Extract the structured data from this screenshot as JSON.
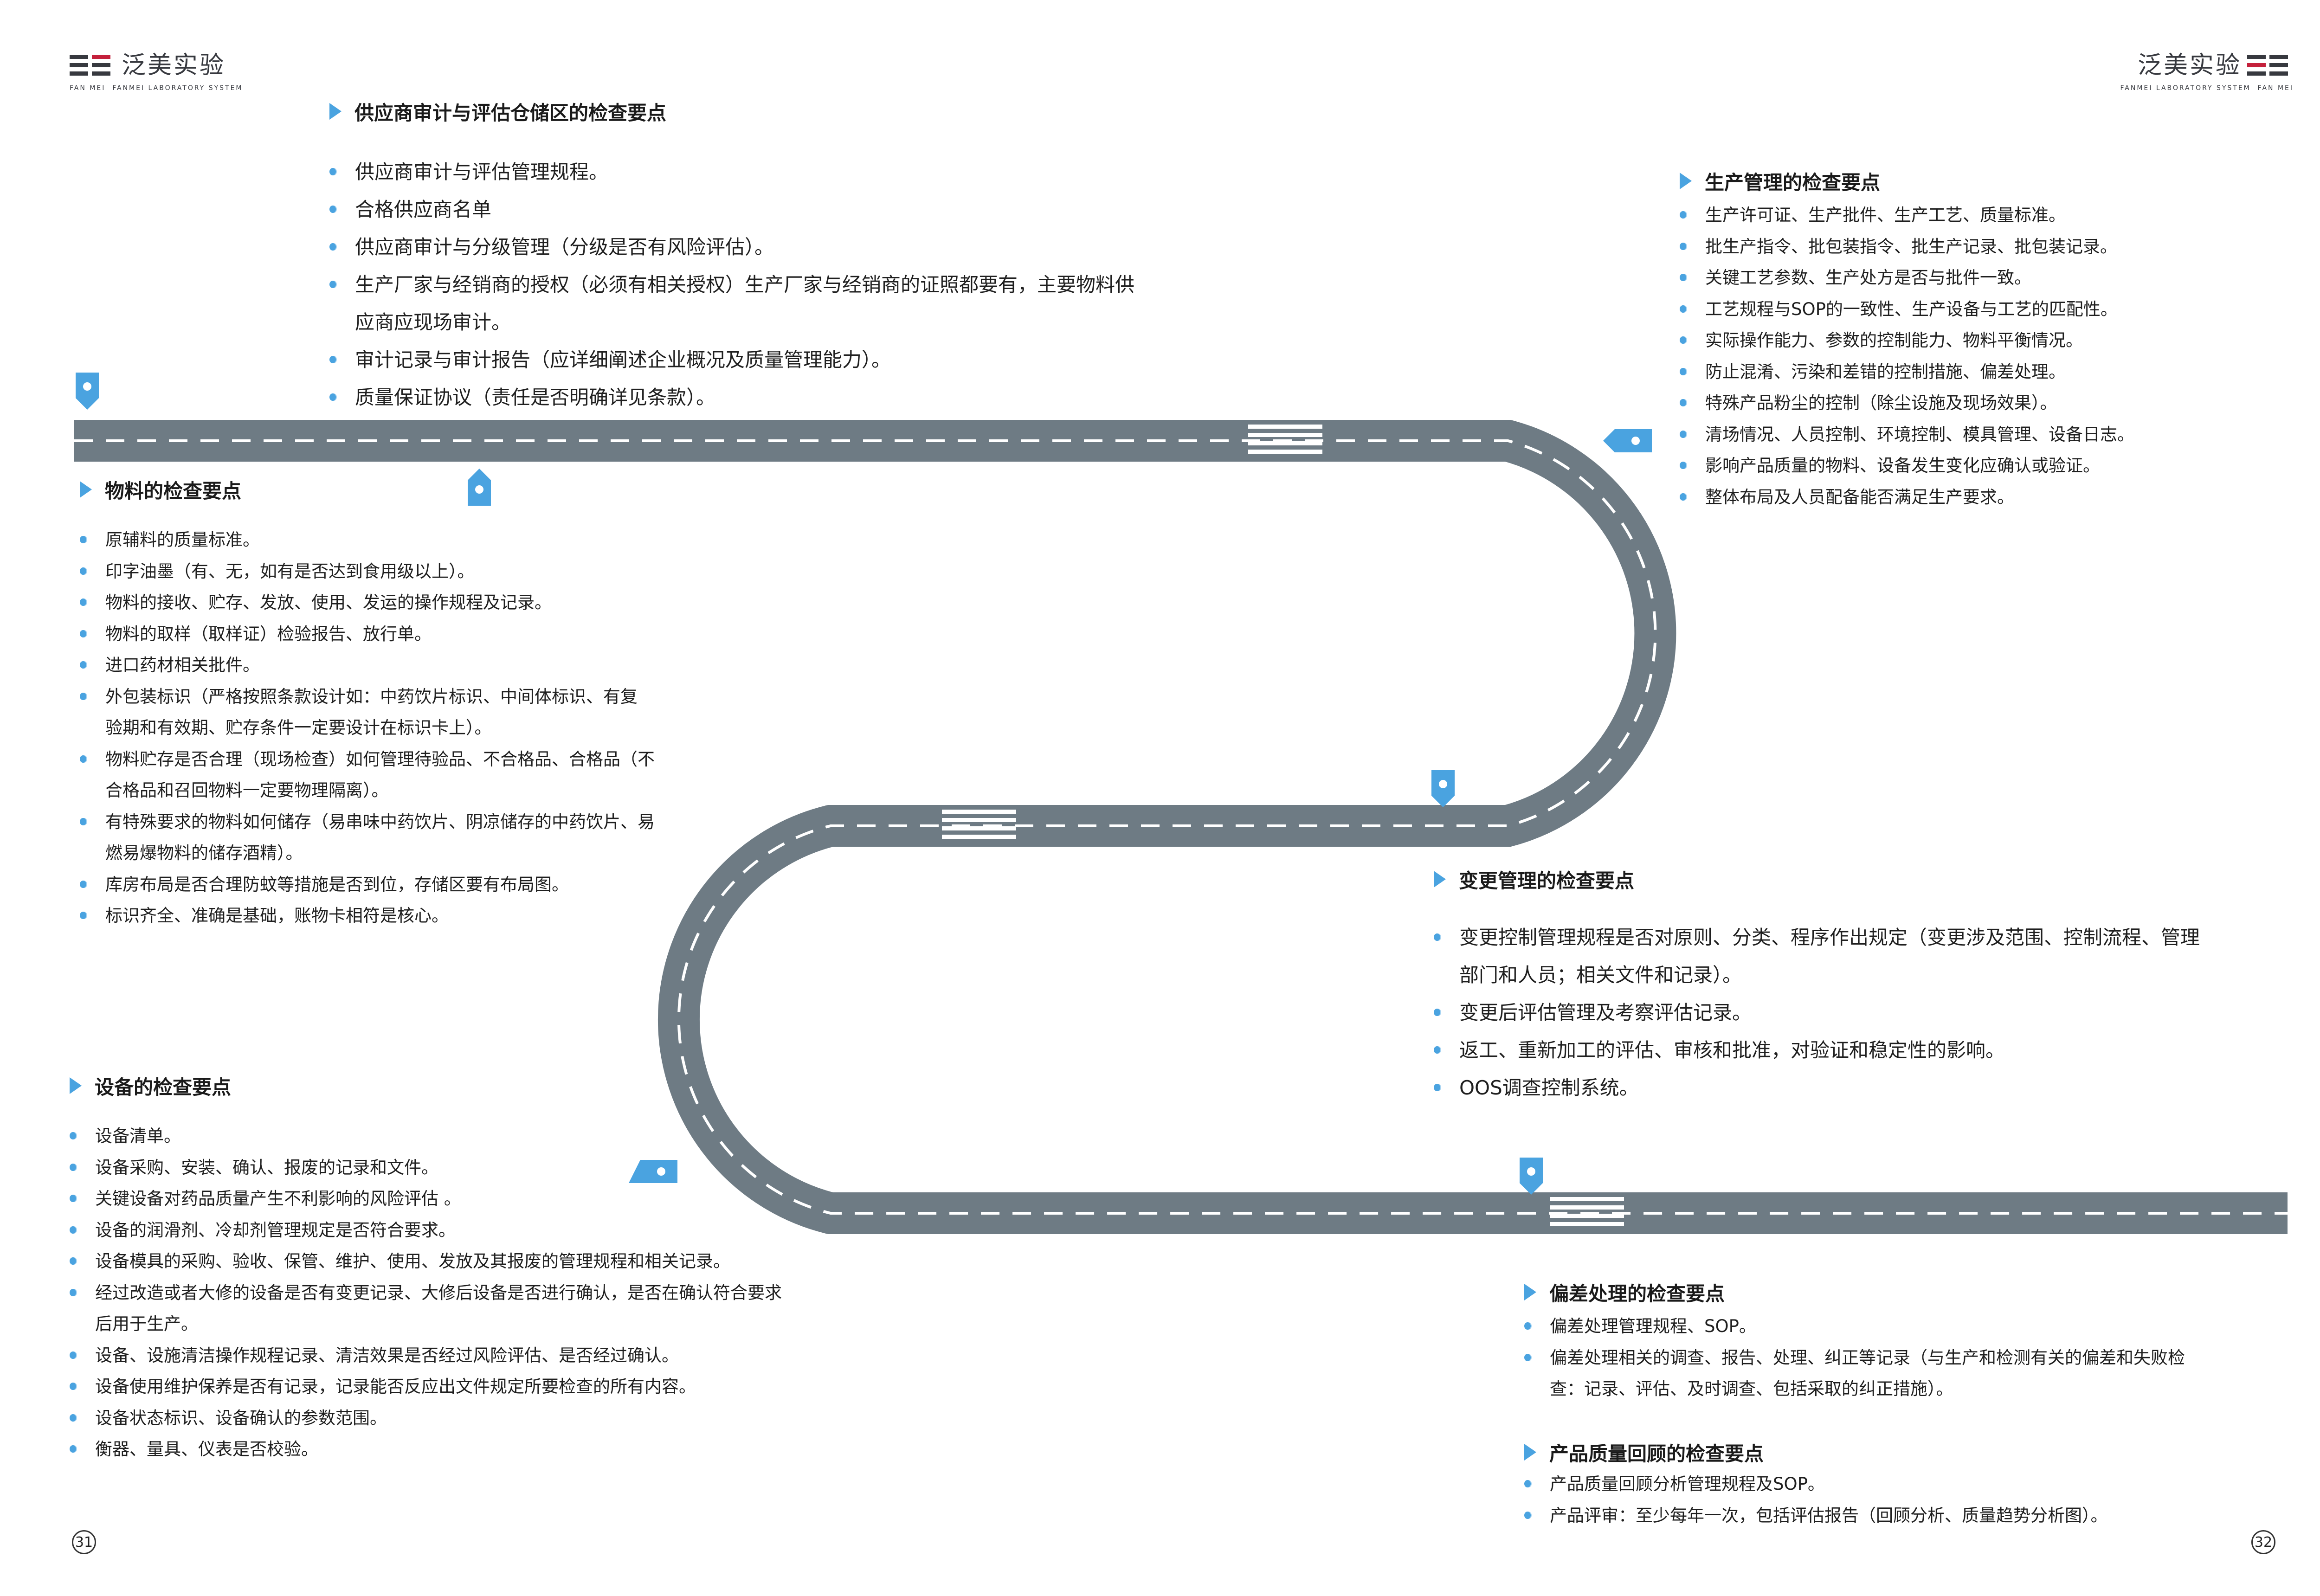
{
  "brand": {
    "cn": "泛美实验",
    "en_small": "FAN MEI",
    "en_full": "FANMEI LABORATORY SYSTEM"
  },
  "sections": {
    "supplier": {
      "title": "供应商审计与评估仓储区的检查要点",
      "items": [
        "供应商审计与评估管理规程。",
        "合格供应商名单",
        "供应商审计与分级管理（分级是否有风险评估）。",
        "生产厂家与经销商的授权（必须有相关授权）生产厂家与经销商的证照都要有，主要物料供",
        "应商应现场审计。",
        "审计记录与审计报告（应详细阐述企业概况及质量管理能力）。",
        "质量保证协议（责任是否明确详见条款）。"
      ]
    },
    "material": {
      "title": "物料的检查要点",
      "items": [
        "原辅料的质量标准。",
        "印字油墨（有、无，如有是否达到食用级以上）。",
        "物料的接收、贮存、发放、使用、发运的操作规程及记录。",
        "物料的取样（取样证）检验报告、放行单。",
        "进口药材相关批件。",
        "外包装标识（严格按照条款设计如：中药饮片标识、中间体标识、有复",
        "验期和有效期、贮存条件一定要设计在标识卡上）。",
        "物料贮存是否合理（现场检查）如何管理待验品、不合格品、合格品（不",
        "合格品和召回物料一定要物理隔离）。",
        "有特殊要求的物料如何储存（易串味中药饮片、阴凉储存的中药饮片、易",
        "燃易爆物料的储存酒精）。",
        "库房布局是否合理防蚊等措施是否到位，存储区要有布局图。",
        "标识齐全、准确是基础，账物卡相符是核心。"
      ]
    },
    "equipment": {
      "title": "设备的检查要点",
      "items": [
        "设备清单。",
        "设备采购、安装、确认、报废的记录和文件。",
        "关键设备对药品质量产生不利影响的风险评估 。",
        "设备的润滑剂、冷却剂管理规定是否符合要求。",
        "设备模具的采购、验收、保管、维护、使用、发放及其报废的管理规程和相关记录。",
        "经过改造或者大修的设备是否有变更记录、大修后设备是否进行确认，是否在确认符合要求",
        "后用于生产。",
        "设备、设施清洁操作规程记录、清洁效果是否经过风险评估、是否经过确认。",
        "设备使用维护保养是否有记录，记录能否反应出文件规定所要检查的所有内容。",
        "设备状态标识、设备确认的参数范围。",
        "衡器、量具、仪表是否校验。"
      ]
    },
    "production": {
      "title": "生产管理的检查要点",
      "items": [
        "生产许可证、生产批件、生产工艺、质量标准。",
        "批生产指令、批包装指令、批生产记录、批包装记录。",
        "关键工艺参数、生产处方是否与批件一致。",
        "工艺规程与SOP的一致性、生产设备与工艺的匹配性。",
        "实际操作能力、参数的控制能力、物料平衡情况。",
        "防止混淆、污染和差错的控制措施、偏差处理。",
        "特殊产品粉尘的控制（除尘设施及现场效果）。",
        "清场情况、人员控制、环境控制、模具管理、设备日志。",
        "影响产品质量的物料、设备发生变化应确认或验证。",
        "整体布局及人员配备能否满足生产要求。"
      ]
    },
    "change": {
      "title": "变更管理的检查要点",
      "items": [
        "变更控制管理规程是否对原则、分类、程序作出规定（变更涉及范围、控制流程、管理",
        "部门和人员；相关文件和记录）。",
        "变更后评估管理及考察评估记录。",
        "返工、重新加工的评估、审核和批准，对验证和稳定性的影响。",
        "OOS调查控制系统。"
      ]
    },
    "deviation": {
      "title": "偏差处理的检查要点",
      "items": [
        "偏差处理管理规程、SOP。",
        "偏差处理相关的调查、报告、处理、纠正等记录（与生产和检测有关的偏差和失败检",
        "查：记录、评估、及时调查、包括采取的纠正措施）。"
      ]
    },
    "review": {
      "title": "产品质量回顾的检查要点",
      "items": [
        "产品质量回顾分析管理规程及SOP。",
        "产品评审：至少每年一次，包括评估报告（回顾分析、质量趋势分析图）。"
      ]
    }
  },
  "pages": {
    "left": "31",
    "right": "32"
  },
  "colors": {
    "road": "#6e7b84",
    "accent": "#4aa3e0"
  }
}
